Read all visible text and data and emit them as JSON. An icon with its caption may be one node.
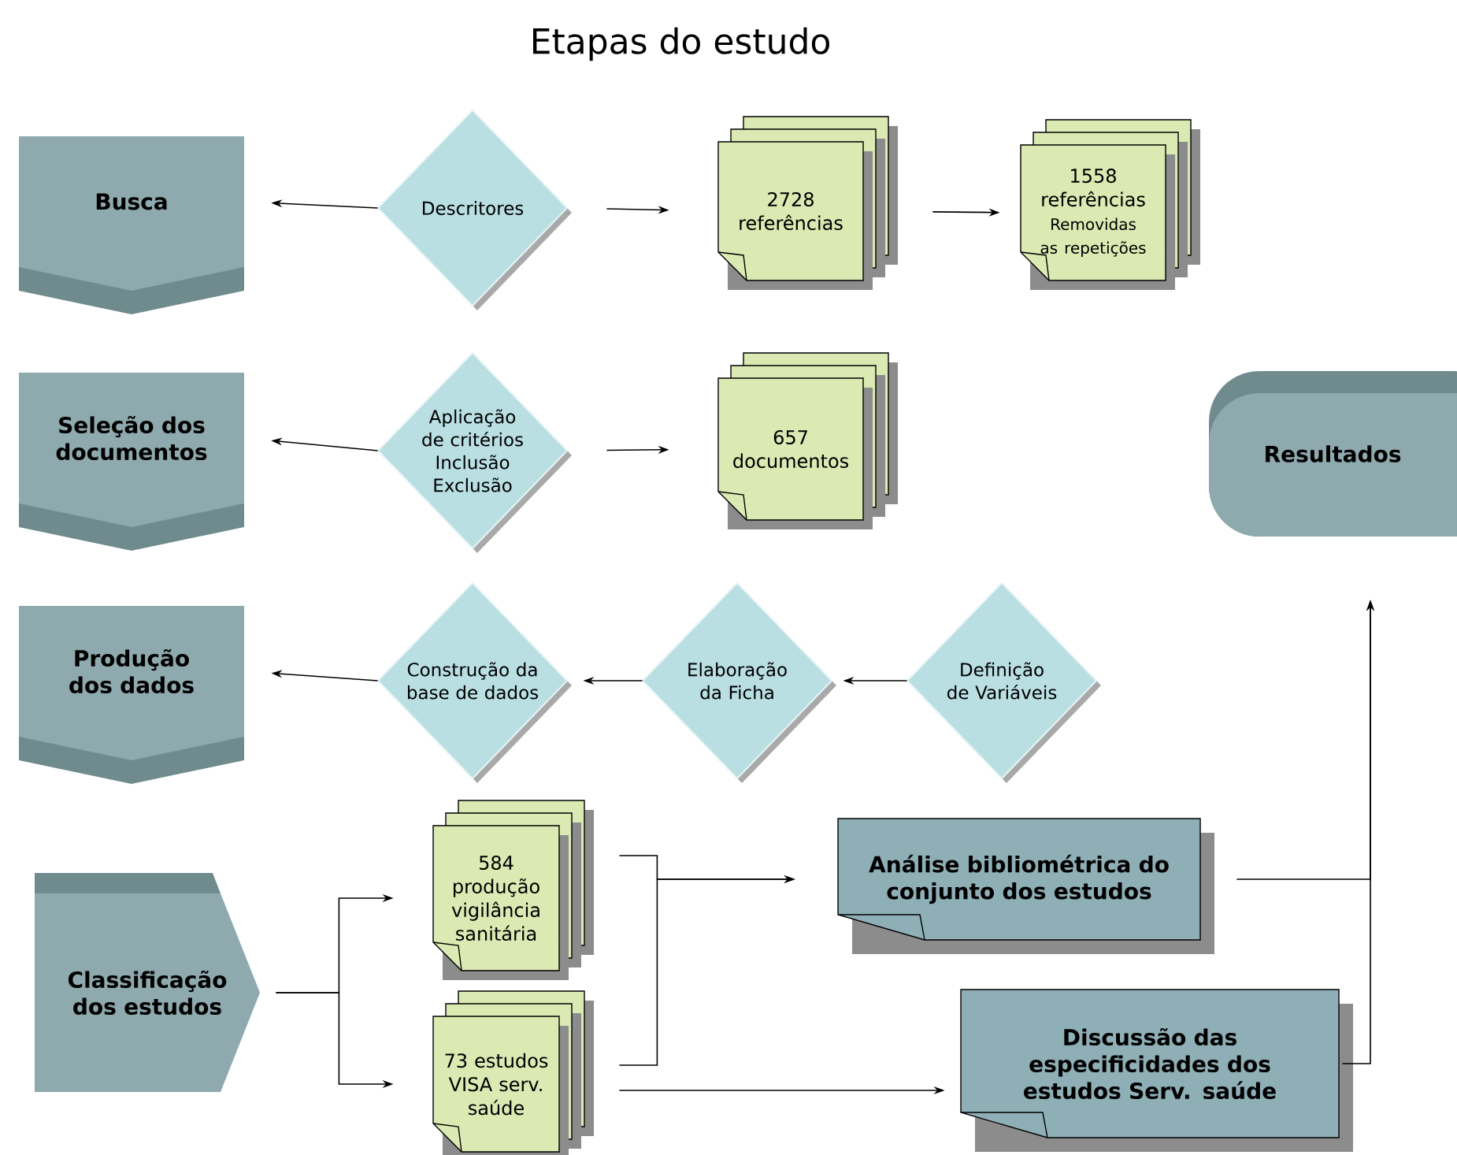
{
  "diagram": {
    "title": "Etapas do estudo",
    "nodes": [
      {
        "text": [
          "Busca"
        ]
      },
      {
        "text": [
          "Descritores"
        ]
      },
      {
        "text": [
          "2728 referências"
        ]
      },
      {
        "text": [
          "1558 referências",
          "Removidas as repetições"
        ]
      },
      {
        "text": [
          "Seleção dos documentos"
        ]
      },
      {
        "text": [
          "Aplicação de critérios Inclusão Exclusão"
        ]
      },
      {
        "text": [
          "657 documentos"
        ]
      },
      {
        "text": [
          "Resultados"
        ]
      },
      {
        "text": [
          "Produção dos dados"
        ]
      },
      {
        "text": [
          "Construção da base de dados"
        ]
      },
      {
        "text": [
          "Elaboração da Ficha"
        ]
      },
      {
        "text": [
          "Definição de Variáveis"
        ]
      },
      {
        "text": [
          "Classificação dos estudos"
        ]
      },
      {
        "text": [
          "584 produção vigilância sanitária"
        ]
      },
      {
        "text": [
          "73 estudos VISA serv. saúde"
        ]
      },
      {
        "text": [
          "Análise bibliométrica do conjunto dos estudos"
        ]
      },
      {
        "text": [
          "Discussão das especificidades dos estudos Serv. saúde"
        ]
      }
    ],
    "edges": [
      {
        "from": 1,
        "to": 0,
        "arrow": "to"
      },
      {
        "from": 1,
        "to": 2,
        "arrow": "to"
      },
      {
        "from": 2,
        "to": 3,
        "arrow": "to"
      },
      {
        "from": 5,
        "to": 4,
        "arrow": "to"
      },
      {
        "from": 5,
        "to": 6,
        "arrow": "to"
      },
      {
        "from": 9,
        "to": 8,
        "arrow": "to"
      },
      {
        "from": 10,
        "to": 9,
        "arrow": "to"
      },
      {
        "from": 11,
        "to": 10,
        "arrow": "to"
      },
      {
        "from": 12,
        "to": 13,
        "arrow": "to"
      },
      {
        "from": 12,
        "to": 14,
        "arrow": "to"
      },
      {
        "from": 13,
        "to": 15,
        "arrow": "to"
      },
      {
        "from": 14,
        "to": 15,
        "arrow": "to"
      },
      {
        "from": 14,
        "to": 16,
        "arrow": "to"
      },
      {
        "from": 15,
        "to": 7,
        "arrow": "to"
      },
      {
        "from": 16,
        "to": 7,
        "arrow": "to"
      }
    ]
  }
}
